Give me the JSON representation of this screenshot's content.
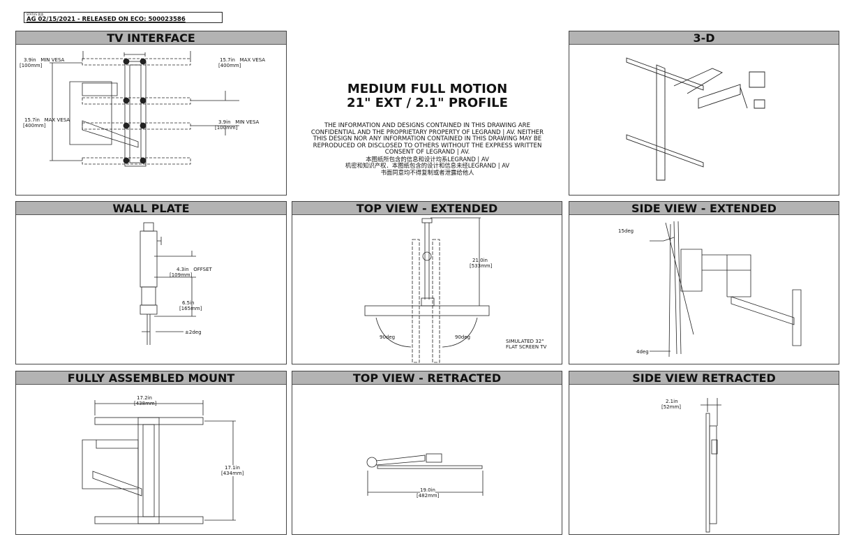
{
  "status": {
    "label": "STATUS 状态",
    "value": "AG 02/15/2021 - RELEASED ON ECO: 500023586"
  },
  "center": {
    "title_line1": "MEDIUM FULL MOTION",
    "title_line2": "21\" EXT / 2.1\" PROFILE",
    "disclaimer_en": "THE INFORMATION AND DESIGNS CONTAINED IN THIS DRAWING ARE CONFIDENTIAL AND THE PROPRIETARY PROPERTY OF LEGRAND | AV. NEITHER THIS DESIGN NOR ANY INFORMATION CONTAINED IN THIS DRAWING MAY BE REPRODUCED OR DISCLOSED TO OTHERS WITHOUT THE EXPRESS WRITTEN CONSENT OF LEGRAND | AV.",
    "disclaimer_cn_1": "本图纸所包含的信息和设计均系LEGRAND | AV",
    "disclaimer_cn_2": "机密和知识产权．本图纸包含的设计和信息未经LEGRAND | AV",
    "disclaimer_cn_3": "书面同意均不得复制或者泄露给他人"
  },
  "panels": {
    "tv_interface": {
      "title": "TV INTERFACE",
      "dims": {
        "min_vesa_h": "3.9in   MIN VESA",
        "min_vesa_h_mm": "[100mm]",
        "max_vesa_h": "15.7in   MAX VESA",
        "max_vesa_h_mm": "[400mm]",
        "max_vesa_v": "15.7in   MAX VESA",
        "max_vesa_v_mm": "[400mm]",
        "min_vesa_v": "3.9in   MIN VESA",
        "min_vesa_v_mm": "[100mm]"
      }
    },
    "three_d": {
      "title": "3-D"
    },
    "wall_plate": {
      "title": "WALL PLATE",
      "dims": {
        "offset": "4.3in   OFFSET",
        "offset_mm": "[109mm]",
        "height": "6.5in",
        "height_mm": "[165mm]",
        "tilt": "±2deg"
      }
    },
    "top_extended": {
      "title": "TOP VIEW - EXTENDED",
      "dims": {
        "ext": "21.0in",
        "ext_mm": "[533mm]",
        "left_angle": "90deg",
        "right_angle": "90deg",
        "note1": "SIMULATED 32\"",
        "note2": "FLAT SCREEN TV"
      }
    },
    "side_extended": {
      "title": "SIDE VIEW - EXTENDED",
      "dims": {
        "tilt_up": "15deg",
        "tilt_down": "4deg"
      }
    },
    "fully_assembled": {
      "title": "FULLY ASSEMBLED MOUNT",
      "dims": {
        "width": "17.2in",
        "width_mm": "[438mm]",
        "height": "17.1in",
        "height_mm": "[434mm]"
      }
    },
    "top_retracted": {
      "title": "TOP VIEW - RETRACTED",
      "dims": {
        "width": "19.0in",
        "width_mm": "[482mm]"
      }
    },
    "side_retracted": {
      "title": "SIDE VIEW RETRACTED",
      "dims": {
        "depth": "2.1in",
        "depth_mm": "[52mm]"
      }
    }
  }
}
